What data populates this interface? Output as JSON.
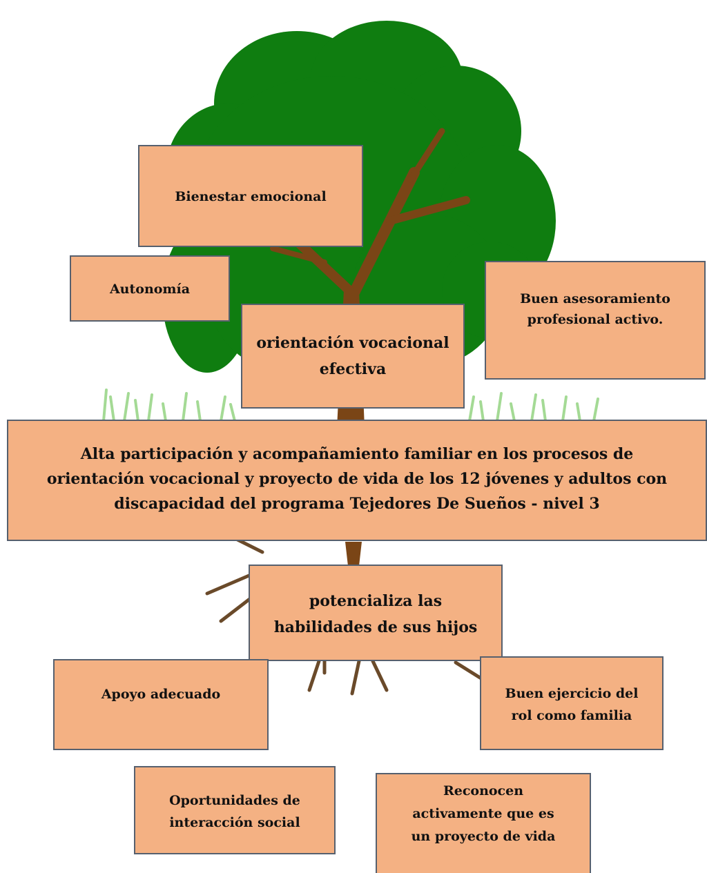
{
  "colors": {
    "box_fill": "#f4b183",
    "box_border": "#56606e",
    "foliage": "#0f7d10",
    "trunk": "#7a4516",
    "grass": "#9bd68a"
  },
  "boxes": {
    "bienestar": "Bienestar emocional",
    "autonomia": "Autonomía",
    "asesoramiento": "Buen asesoramiento profesional activo.",
    "orientacion": "orientación vocacional efectiva",
    "central": "Alta participación y acompañamiento familiar en los procesos de orientación vocacional y proyecto de vida de los 12 jóvenes y adultos con discapacidad del programa Tejedores De Sueños - nivel 3",
    "potencializa": "potencializa las habilidades de sus hijos",
    "apoyo": "Apoyo adecuado",
    "buen_ejercicio": "Buen ejercicio del rol como familia",
    "oportunidades": "Oportunidades de interacción social",
    "reconocen": "Reconocen activamente que es un proyecto de vida"
  }
}
